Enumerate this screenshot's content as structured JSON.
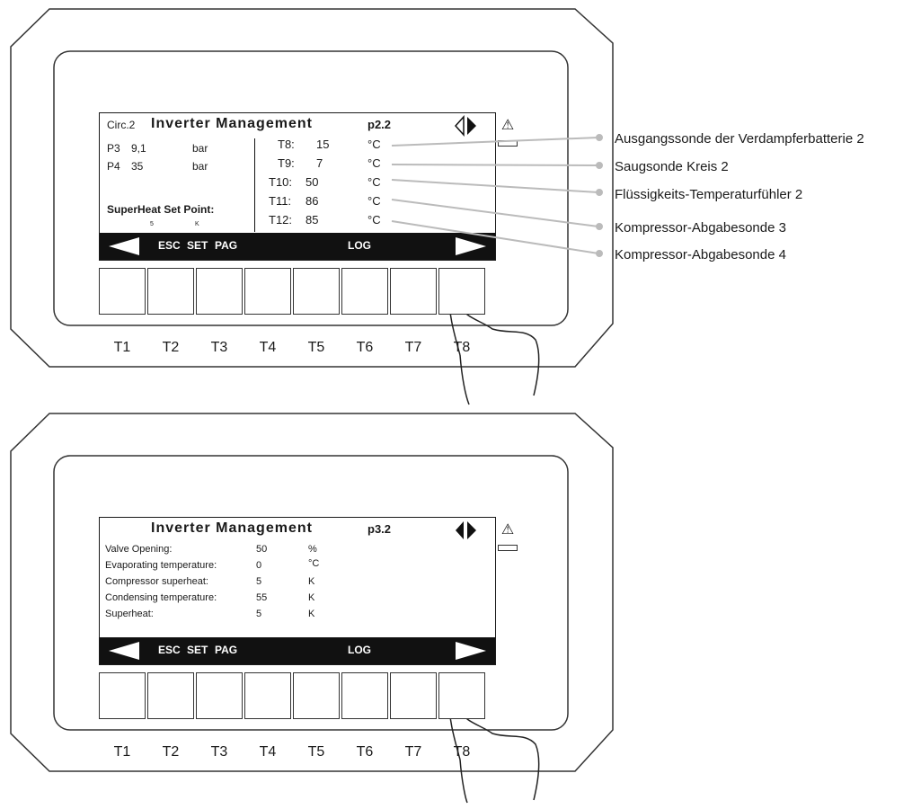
{
  "top_panel": {
    "circ_label": "Circ.2",
    "title": "Inverter Management",
    "page": "p2.2",
    "pressures": [
      {
        "name": "P3",
        "value": "9,1",
        "unit": "bar"
      },
      {
        "name": "P4",
        "value": "35",
        "unit": "bar"
      }
    ],
    "superheat_label": "SuperHeat Set Point:",
    "superheat_value": "5",
    "superheat_unit": "K",
    "temps": [
      {
        "name": "T8:",
        "value": "15",
        "unit": "°C"
      },
      {
        "name": "T9:",
        "value": "7",
        "unit": "°C"
      },
      {
        "name": "T10:",
        "value": "50",
        "unit": "°C"
      },
      {
        "name": "T11:",
        "value": "86",
        "unit": "°C"
      },
      {
        "name": "T12:",
        "value": "85",
        "unit": "°C"
      }
    ],
    "callouts": [
      "Ausgangssonde der Verdampferbatterie 2",
      "Saugsonde Kreis 2",
      "Flüssigkeits-Temperaturfühler 2",
      "Kompressor-Abgabesonde 3",
      "Kompressor-Abgabesonde 4"
    ]
  },
  "bottom_panel": {
    "title": "Inverter Management",
    "page": "p3.2",
    "rows": [
      {
        "label": "Valve Opening:",
        "value": "50",
        "unit": "%"
      },
      {
        "label": "Evaporating temperature:",
        "value": "0",
        "unit": "°C"
      },
      {
        "label": "Compressor superheat:",
        "value": "5",
        "unit": "K"
      },
      {
        "label": "Condensing temperature:",
        "value": "55",
        "unit": "K"
      },
      {
        "label": "Superheat:",
        "value": "5",
        "unit": "K"
      }
    ]
  },
  "softbar": {
    "esc": "ESC",
    "set": "SET",
    "pag": "PAG",
    "log": "LOG"
  },
  "keys": [
    "T1",
    "T2",
    "T3",
    "T4",
    "T5",
    "T6",
    "T7",
    "T8"
  ],
  "icons": {
    "warning": "⚠",
    "left_arrow": "left-arrow-icon",
    "right_arrow": "right-arrow-icon"
  }
}
